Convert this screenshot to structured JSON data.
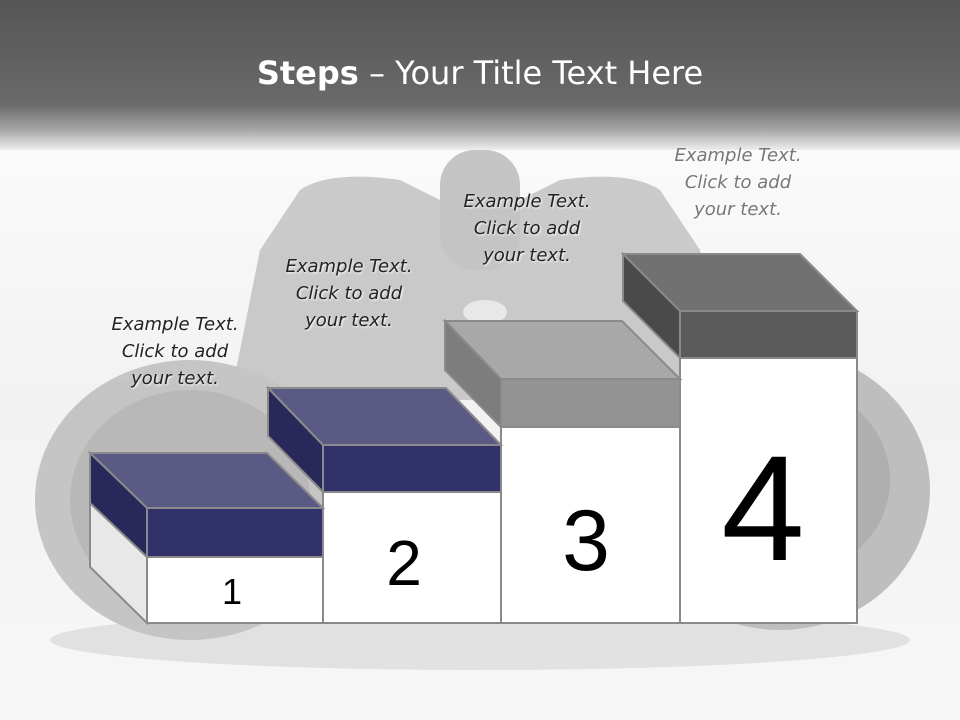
{
  "title": {
    "bold": "Steps",
    "rest": " – Your Title Text Here"
  },
  "steps": [
    {
      "number": "1",
      "caption": "Example Text.\nClick  to add\nyour text.",
      "top_color": "#5a5a85",
      "front_color": "#32326a",
      "side_color": "#28285a"
    },
    {
      "number": "2",
      "caption": "Example Text.\nClick  to add\nyour text.",
      "top_color": "#5a5a85",
      "front_color": "#32326a",
      "side_color": "#28285a"
    },
    {
      "number": "3",
      "caption": "Example Text.\nClick  to add\nyour text.",
      "top_color": "#a8a8a8",
      "front_color": "#939393",
      "side_color": "#7d7d7d"
    },
    {
      "number": "4",
      "caption": "Example Text.\nClick  to add\nyour text.",
      "top_color": "#717171",
      "front_color": "#5b5b5b",
      "side_color": "#4a4a4a"
    }
  ]
}
